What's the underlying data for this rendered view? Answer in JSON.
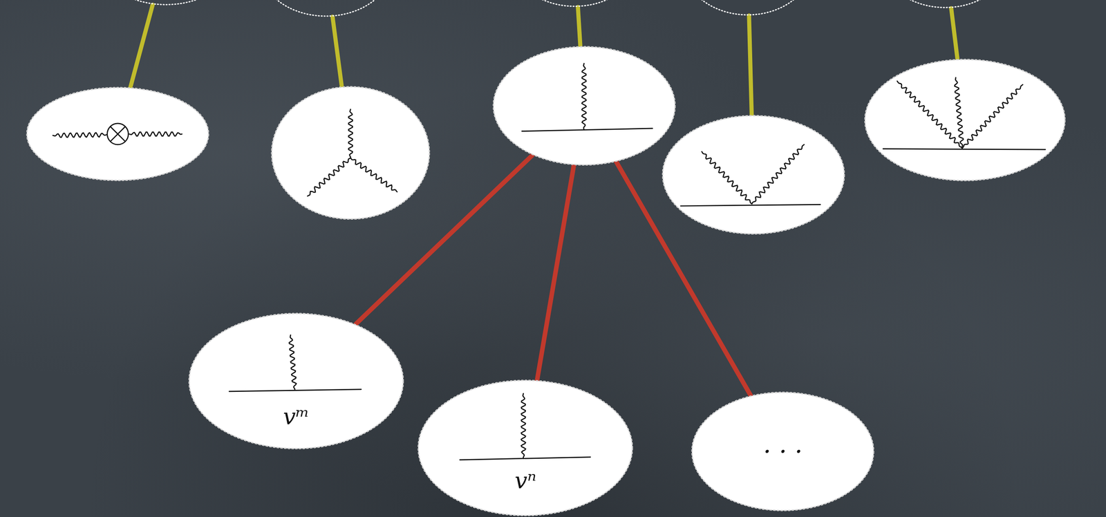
{
  "diagram": {
    "nodes": [
      {
        "text": []
      },
      {
        "text": []
      },
      {
        "text": []
      },
      {
        "text": []
      },
      {
        "text": []
      },
      {
        "text": []
      },
      {
        "text": []
      },
      {
        "text": []
      },
      {
        "text": []
      },
      {
        "text": []
      },
      {
        "text": [
          "vᵐ"
        ]
      },
      {
        "text": [
          "vⁿ"
        ]
      },
      {
        "text": [
          "· · ·"
        ]
      }
    ],
    "edges": [
      {
        "from": 0,
        "to": 5,
        "arrow": "none"
      },
      {
        "from": 1,
        "to": 6,
        "arrow": "none"
      },
      {
        "from": 2,
        "to": 7,
        "arrow": "none"
      },
      {
        "from": 3,
        "to": 8,
        "arrow": "none"
      },
      {
        "from": 4,
        "to": 9,
        "arrow": "none"
      },
      {
        "from": 7,
        "to": 10,
        "arrow": "none"
      },
      {
        "from": 7,
        "to": 11,
        "arrow": "none"
      },
      {
        "from": 7,
        "to": 12,
        "arrow": "none"
      }
    ]
  }
}
